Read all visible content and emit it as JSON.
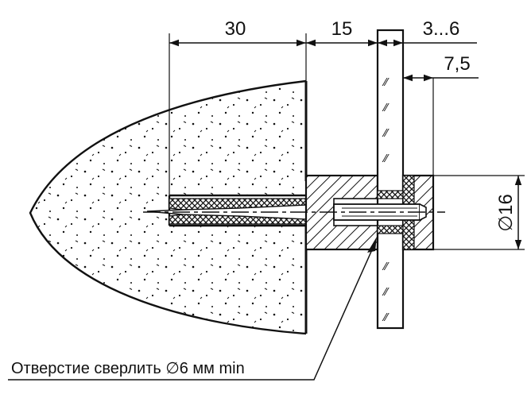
{
  "dimensions": {
    "anchor_depth": "30",
    "spacer": "15",
    "glass_thickness": "3...6",
    "cap_offset": "7,5",
    "diameter": "∅16"
  },
  "note": {
    "drill_text": "Отверстие сверлить ∅6 мм min"
  }
}
